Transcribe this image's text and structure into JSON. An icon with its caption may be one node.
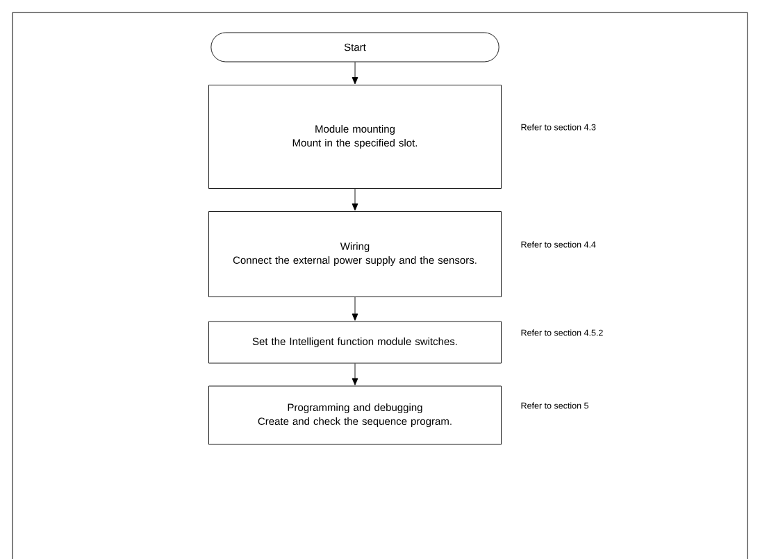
{
  "diagram": {
    "nodes": [
      {
        "text": [
          "Start"
        ]
      },
      {
        "text": [
          "Module mounting",
          "Mount in the specified slot."
        ],
        "beside": [
          "Refer to section 4.3"
        ]
      },
      {
        "text": [
          "Wiring",
          "Connect the external power supply and the sensors."
        ],
        "beside": [
          "Refer to section 4.4"
        ]
      },
      {
        "text": [
          "Set the Intelligent function module switches."
        ],
        "beside": [
          "Refer to section 4.5.2"
        ]
      },
      {
        "text": [
          "Programming and debugging",
          "Create and check the sequence program."
        ],
        "beside": [
          "Refer to section 5"
        ]
      }
    ],
    "edges": [
      {
        "from": 0,
        "to": 1,
        "arrow": "to"
      },
      {
        "from": 1,
        "to": 2,
        "arrow": "to"
      },
      {
        "from": 2,
        "to": 3,
        "arrow": "to"
      },
      {
        "from": 3,
        "to": 4,
        "arrow": "to"
      }
    ]
  }
}
